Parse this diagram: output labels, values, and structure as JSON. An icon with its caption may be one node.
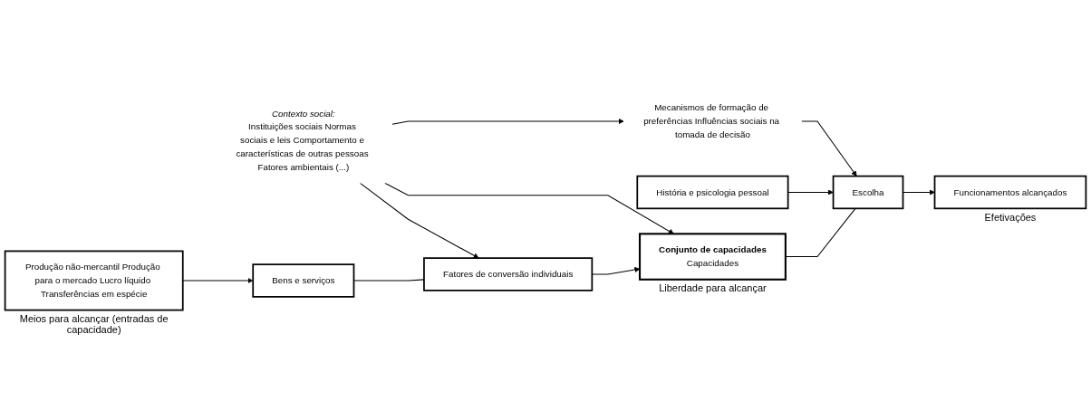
{
  "diagram": {
    "nodes": [
      {
        "text": [
          "Contexto social:",
          "Instituições sociais Normas sociais e leis Comportamento e características de outras pessoas Fatores ambientais (...)"
        ]
      },
      {
        "text": [
          "Mecanismos de formação de preferências Influências sociais na tomada de decisão"
        ]
      },
      {
        "text": [
          "História e psicologia pessoal"
        ]
      },
      {
        "text": [
          "Produção não-mercantil Produção para o mercado Lucro líquido Transferências em espécie"
        ],
        "beside": [
          "Meios para alcançar (entradas de capacidade)"
        ]
      },
      {
        "text": [
          "Bens e serviços"
        ]
      },
      {
        "text": [
          "Fatores de conversão individuais"
        ]
      },
      {
        "text": [
          "Conjunto de capacidades",
          "Capacidades"
        ],
        "beside": [
          "Liberdade para alcançar"
        ]
      },
      {
        "text": [
          "Escolha"
        ]
      },
      {
        "text": [
          "Funcionamentos alcançados"
        ],
        "beside": [
          "Efetivações"
        ]
      }
    ],
    "edges": [
      {
        "from": 0,
        "to": 1,
        "arrow": "to"
      },
      {
        "from": 0,
        "to": 5,
        "arrow": "to"
      },
      {
        "from": 0,
        "to": 6,
        "arrow": "to"
      },
      {
        "from": 1,
        "to": 7,
        "arrow": "to"
      },
      {
        "from": 2,
        "to": 7,
        "arrow": "to"
      },
      {
        "from": 3,
        "to": 4,
        "arrow": "to"
      },
      {
        "from": 4,
        "to": 5,
        "arrow": "none"
      },
      {
        "from": 5,
        "to": 6,
        "arrow": "to"
      },
      {
        "from": 6,
        "to": 7,
        "arrow": "none"
      },
      {
        "from": 7,
        "to": 8,
        "arrow": "to"
      }
    ]
  }
}
